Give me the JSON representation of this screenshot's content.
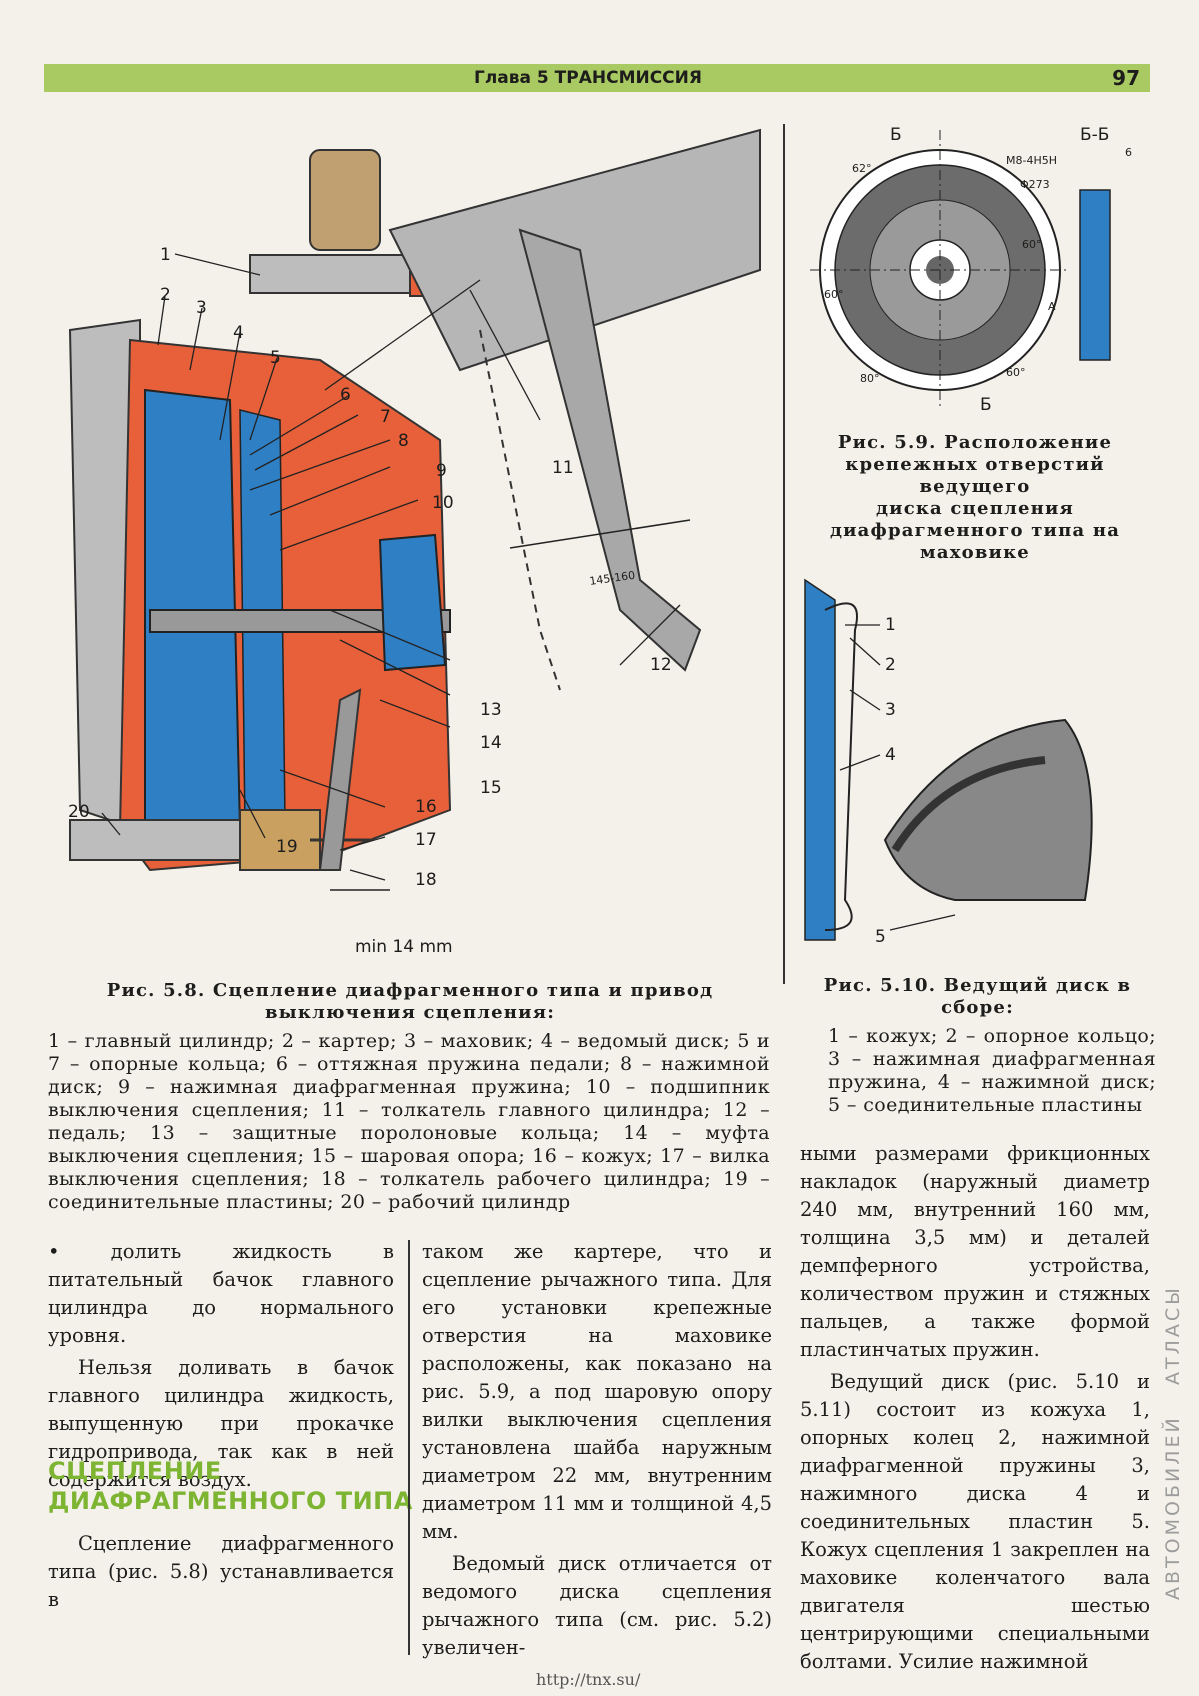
{
  "header": {
    "chapter": "Глава 5 ТРАНСМИССИЯ",
    "page_number": "97"
  },
  "fig58": {
    "labels": [
      "1",
      "2",
      "3",
      "4",
      "5",
      "6",
      "7",
      "8",
      "9",
      "10",
      "11",
      "12",
      "13",
      "14",
      "15",
      "16",
      "17",
      "18",
      "19",
      "20"
    ],
    "dim_pedal": "145-160",
    "dim_min": "min 14 mm",
    "caption_title_line1": "Рис. 5.8. Сцепление диафрагменного типа и привод",
    "caption_title_line2": "выключения сцепления:",
    "caption_body": "1 – главный цилиндр; 2 – картер; 3 – маховик; 4 – ведомый диск; 5 и 7 – опорные кольца; 6 – оттяжная пружина педали; 8 – нажимной диск; 9 – нажимная диафрагменная пружина; 10 – подшипник выключения сцепления; 11 – толкатель главного цилиндра; 12 – педаль; 13 – защитные поролоновые кольца; 14 – муфта выключения сцепления; 15 – шаровая опора; 16 – кожух; 17 – вилка выключения сцепления; 18 – толкатель рабочего цилиндра; 19 – соединительные пластины; 20 – рабочий цилиндр"
  },
  "fig59": {
    "section_mark": "Б",
    "section_title": "Б-Б",
    "dims": [
      "62°",
      "60°",
      "60°",
      "80°",
      "60°",
      "Φ273",
      "M8-4H5H",
      "6",
      "A"
    ],
    "caption": [
      "Рис. 5.9. Расположение",
      "крепежных отверстий ведущего",
      "диска сцепления",
      "диафрагменного типа на",
      "маховике"
    ]
  },
  "fig510": {
    "labels": [
      "1",
      "2",
      "3",
      "4",
      "5"
    ],
    "caption_title_line1": "Рис. 5.10. Ведущий диск в",
    "caption_title_line2": "сборе:",
    "caption_body": "1 – кожух; 2 – опорное кольцо; 3 – нажимная диафрагменная пружина, 4 – нажимной диск; 5 – соединительные пластины"
  },
  "col1": {
    "p1": "• долить жидкость в питательный бачок главного цилиндра до нормального уровня.",
    "p2": "Нельзя доливать в бачок главного цилиндра жидкость, выпущенную при прокачке гидропривода, так как в ней содержится воздух.",
    "heading_line1": "СЦЕПЛЕНИЕ",
    "heading_line2": "ДИАФРАГМЕННОГО ТИПА",
    "p3": "Сцепление диафрагменного типа (рис. 5.8) устанавливается в"
  },
  "col2": {
    "p1": "таком же картере, что и сцепление рычажного типа. Для его установки крепежные отверстия на маховике расположены, как показано на рис. 5.9, а под шаровую опору вилки выключения сцепления установлена шайба наружным диаметром 22 мм, внутренним диаметром 11 мм и толщиной 4,5 мм.",
    "p2": "Ведомый диск отличается от ведомого диска сцепления рычажного типа (см. рис. 5.2) увеличен-"
  },
  "col3": {
    "p1": "ными размерами фрикционных накладок (наружный диаметр 240 мм, внутренний 160 мм, толщина 3,5 мм) и деталей демпферного устройства, количеством пружин и стяжных пальцев, а также формой пластинчатых пружин.",
    "p2": "Ведущий диск (рис. 5.10 и 5.11) состоит из кожуха 1, опорных колец 2, нажимной диафрагменной пружины 3, нажимного диска 4 и соединительных пластин 5. Кожух сцепления 1 закреплен на маховике коленчатого вала двигателя шестью центрирующими специальными болтами. Усилие нажимной"
  },
  "side_text": [
    "АВТОМОБИЛЕЙ",
    "АТЛАСЫ"
  ],
  "footer_url": "http://tnx.su/",
  "colors": {
    "accent_green": "#a9ca63",
    "heading_green": "#7db432",
    "housing_orange": "#e8603a",
    "section_blue": "#2f7fc4"
  }
}
